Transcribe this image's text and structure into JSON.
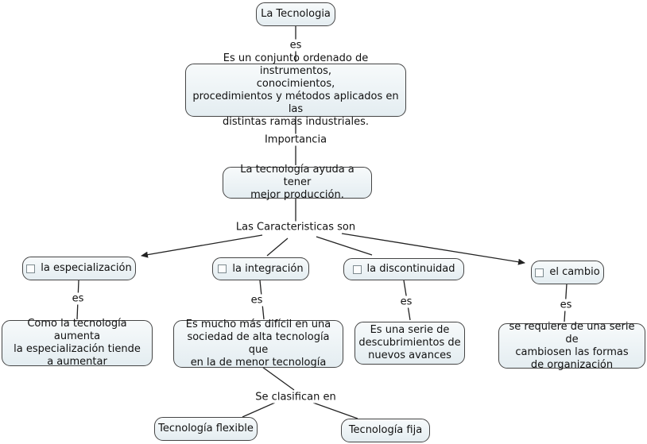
{
  "diagram": {
    "type": "concept-map",
    "topic": "La Tecnologia"
  },
  "colors": {
    "node_fill_top": "#f7fafb",
    "node_fill_bottom": "#e4edf1",
    "node_border": "#454545",
    "line": "#222222",
    "text": "#111111",
    "background": "#ffffff"
  },
  "icons": {
    "square": "square-icon"
  },
  "nodes": {
    "root": {
      "text": "La Tecnologia"
    },
    "definition": {
      "text": "Es un conjunto ordenado de instrumentos,\nconocimientos,\nprocedimientos y métodos aplicados en las\ndistintas ramas industriales."
    },
    "produccion": {
      "text": "La tecnología ayuda a tener\nmejor producción."
    },
    "especializacion": {
      "icon": "square-icon",
      "text": "la especialización"
    },
    "integracion": {
      "icon": "square-icon",
      "text": "la integración"
    },
    "discontinuidad": {
      "icon": "square-icon",
      "text": "la discontinuidad"
    },
    "cambio": {
      "icon": "square-icon",
      "text": "el cambio"
    },
    "especializacion_desc": {
      "text": "Como la tecnología aumenta\nla especialización tiende\na aumentar"
    },
    "integracion_desc": {
      "text": "Es mucho más difícil en una\nsociedad de alta tecnología que\nen la de menor tecnología"
    },
    "discontinuidad_desc": {
      "text": "Es una serie de\ndescubrimientos de\nnuevos avances"
    },
    "cambio_desc": {
      "text": "se requiere de una serie de\ncambiosen las formas\nde organización"
    },
    "flexible": {
      "text": "Tecnología flexible"
    },
    "fija": {
      "text": "Tecnología fija"
    }
  },
  "link_labels": {
    "es_root": "es",
    "importancia": "Importancia",
    "caracteristicas": "Las Caracteristicas son",
    "es_especializacion": "es",
    "es_integracion": "es",
    "es_discontinuidad": "es",
    "es_cambio": "es",
    "clasifican": "Se clasifican en"
  }
}
